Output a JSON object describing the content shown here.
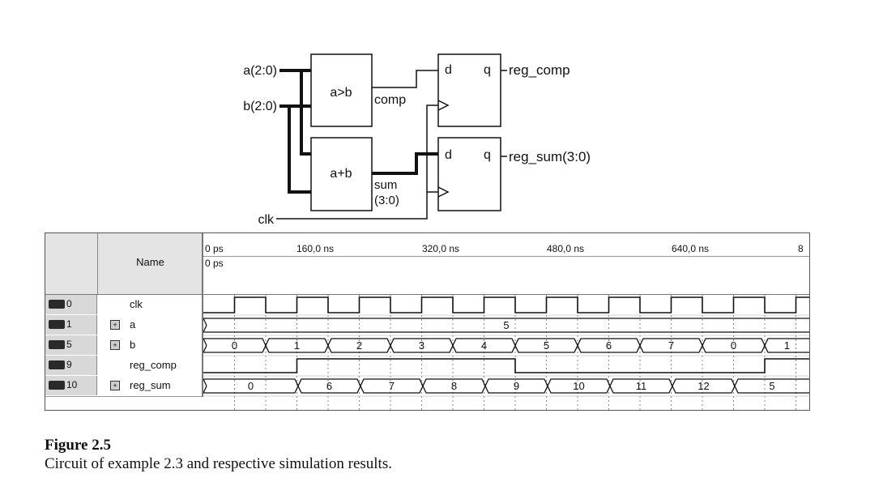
{
  "circuit": {
    "inputs": [
      "a(2:0)",
      "b(2:0)",
      "clk"
    ],
    "comparator_label": "a>b",
    "adder_label": "a+b",
    "comp_signal": "comp",
    "sum_signal": "sum",
    "sum_width": "(3:0)",
    "ff_d": "d",
    "ff_q": "q",
    "outputs": [
      "reg_comp",
      "reg_sum(3:0)"
    ]
  },
  "simulation": {
    "name_header": "Name",
    "cursor_label": "0 ps",
    "time_ticks": [
      "0 ps",
      "160,0 ns",
      "320,0 ns",
      "480,0 ns",
      "640,0 ns",
      "8"
    ],
    "signals": [
      {
        "index": "0",
        "name": "clk",
        "expandable": false
      },
      {
        "index": "1",
        "name": "a",
        "expandable": true
      },
      {
        "index": "5",
        "name": "b",
        "expandable": true
      },
      {
        "index": "9",
        "name": "reg_comp",
        "expandable": false
      },
      {
        "index": "10",
        "name": "reg_sum",
        "expandable": true
      }
    ],
    "a_value": "5",
    "b_values": [
      "0",
      "1",
      "2",
      "3",
      "4",
      "5",
      "6",
      "7",
      "0",
      "1"
    ],
    "reg_comp_levels": [
      0,
      0,
      0,
      1,
      1,
      1,
      1,
      1,
      1,
      1,
      0,
      0,
      0,
      0,
      0,
      0,
      0,
      0,
      1,
      1
    ],
    "reg_sum_values": [
      "0",
      "6",
      "7",
      "8",
      "9",
      "10",
      "11",
      "12",
      "5"
    ]
  },
  "caption": {
    "title": "Figure 2.5",
    "text": "Circuit of example 2.3 and respective simulation results."
  }
}
